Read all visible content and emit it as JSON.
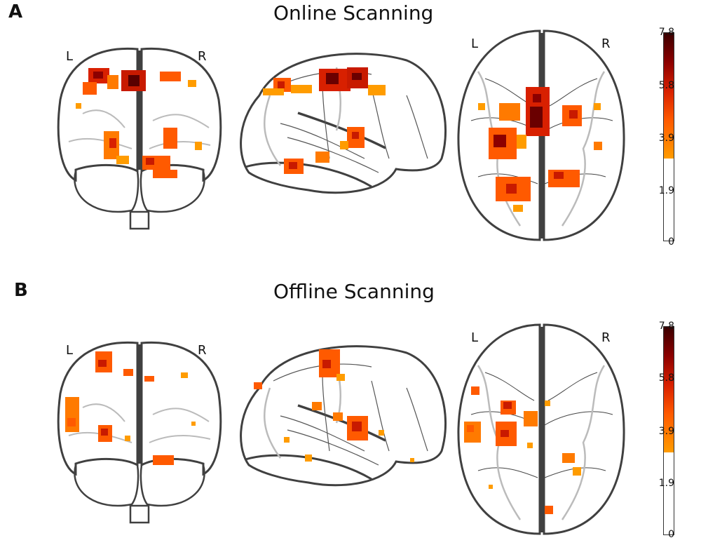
{
  "figure": {
    "panels": [
      {
        "id": "A",
        "letter": "A",
        "title": "Online Scanning",
        "coronal_left": "L",
        "coronal_right": "R",
        "axial_left": "L",
        "axial_right": "R",
        "colorbar": {
          "max_label": "7.8",
          "t1": "5.8",
          "t2": "3.9",
          "t3": "1.9",
          "min_label": "0",
          "threshold": 3.1,
          "max": 7.8
        }
      },
      {
        "id": "B",
        "letter": "B",
        "title": "Offline Scanning",
        "coronal_left": "L",
        "coronal_right": "R",
        "axial_left": "L",
        "axial_right": "R",
        "colorbar": {
          "max_label": "7.8",
          "t1": "5.8",
          "t2": "3.9",
          "t3": "1.9",
          "min_label": "0",
          "threshold": 3.1,
          "max": 7.8
        }
      }
    ],
    "colors": {
      "outline": "#404040",
      "sulci": "#b8b8b8",
      "cold": "#ff9c00",
      "mid": "#ff5a00",
      "hot": "#c81a00",
      "peak": "#3a0000"
    }
  }
}
